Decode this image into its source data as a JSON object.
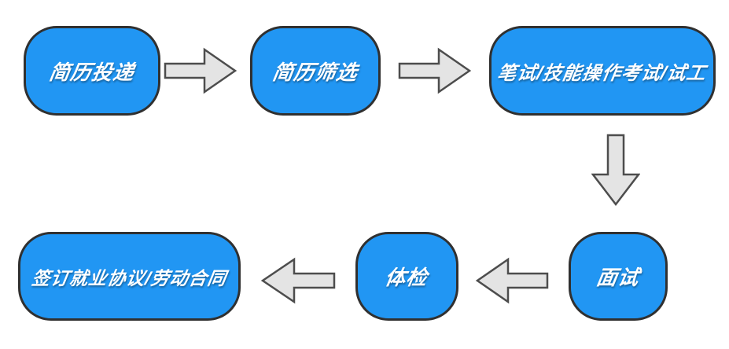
{
  "diagram_type": "flowchart",
  "colors": {
    "node_fill": "#2196f3",
    "node_border": "#303030",
    "node_text": "#ffffff",
    "arrow_fill": "#e4e4e4",
    "arrow_border": "#4d4d4d",
    "background": "#ffffff"
  },
  "nodes": [
    {
      "id": "resume-submission",
      "label": "简历投递"
    },
    {
      "id": "resume-screening",
      "label": "简历筛选"
    },
    {
      "id": "written-skill-test",
      "label": "笔试/技能操作考试/试工"
    },
    {
      "id": "interview",
      "label": "面试"
    },
    {
      "id": "physical-exam",
      "label": "体检"
    },
    {
      "id": "sign-contract",
      "label": "签订就业协议/劳动合同"
    }
  ],
  "edges": [
    {
      "from": "简历投递",
      "to": "简历筛选",
      "direction": "right"
    },
    {
      "from": "简历筛选",
      "to": "笔试/技能操作考试/试工",
      "direction": "right"
    },
    {
      "from": "笔试/技能操作考试/试工",
      "to": "面试",
      "direction": "down"
    },
    {
      "from": "面试",
      "to": "体检",
      "direction": "left"
    },
    {
      "from": "体检",
      "to": "签订就业协议/劳动合同",
      "direction": "left"
    }
  ]
}
